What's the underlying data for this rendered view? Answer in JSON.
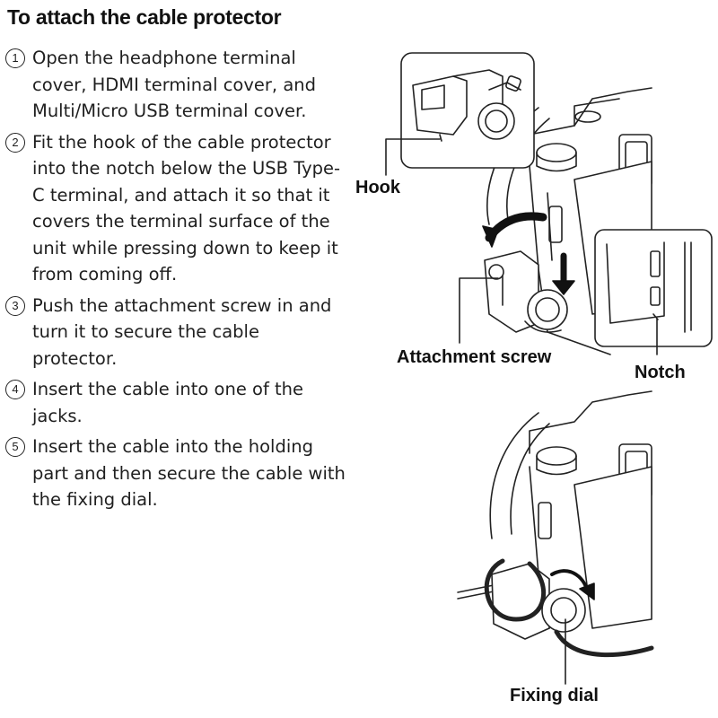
{
  "title": "To attach the cable protector",
  "steps": [
    {
      "num": "1",
      "text": "Open the headphone terminal cover, HDMI terminal cover, and Multi/Micro USB terminal cover."
    },
    {
      "num": "2",
      "text": "Fit the hook of the cable protector into the notch below the USB Type-C terminal, and attach it so that it covers the terminal surface of the unit while pressing down to keep it from coming off."
    },
    {
      "num": "3",
      "text": "Push the attachment screw in and turn it to secure the cable protector."
    },
    {
      "num": "4",
      "text": "Insert the cable into one of the jacks."
    },
    {
      "num": "5",
      "text": "Insert the cable into the holding part and then secure the cable with the fixing dial."
    }
  ],
  "labels": {
    "hook": "Hook",
    "attachment_screw": "Attachment screw",
    "notch": "Notch",
    "fixing_dial": "Fixing dial"
  }
}
